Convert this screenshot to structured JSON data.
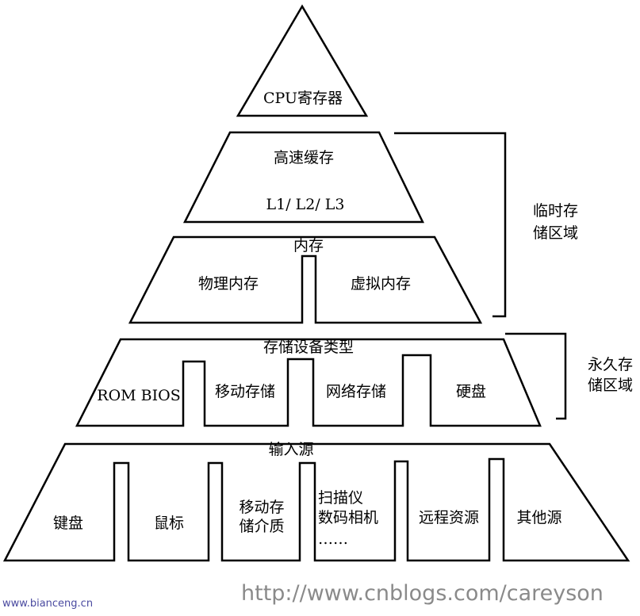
{
  "tiers": {
    "cpu": {
      "label": "CPU寄存器"
    },
    "cache": {
      "title": "高速缓存",
      "levels": "L1/ L2/ L3"
    },
    "memory": {
      "title": "内存",
      "physical": "物理内存",
      "virtual": "虚拟内存"
    },
    "storage": {
      "title": "存储设备类型",
      "rom": "ROM BIOS",
      "mobile": "移动存储",
      "network": "网络存储",
      "disk": "硬盘"
    },
    "input": {
      "title": "输入源",
      "keyboard": "键盘",
      "mouse": "鼠标",
      "mobile_line1": "移动存",
      "mobile_line2": "储介质",
      "scanner_line1": "扫描仪",
      "scanner_line2": "数码相机",
      "scanner_line3": "……",
      "remote": "远程资源",
      "other": "其他源"
    }
  },
  "brackets": {
    "temporary_line1": "临时存",
    "temporary_line2": "储区域",
    "permanent_line1": "永久存",
    "permanent_line2": "储区域"
  },
  "watermarks": {
    "left": "www.bianceng.cn",
    "right": "http://www.cnblogs.com/careyson"
  }
}
